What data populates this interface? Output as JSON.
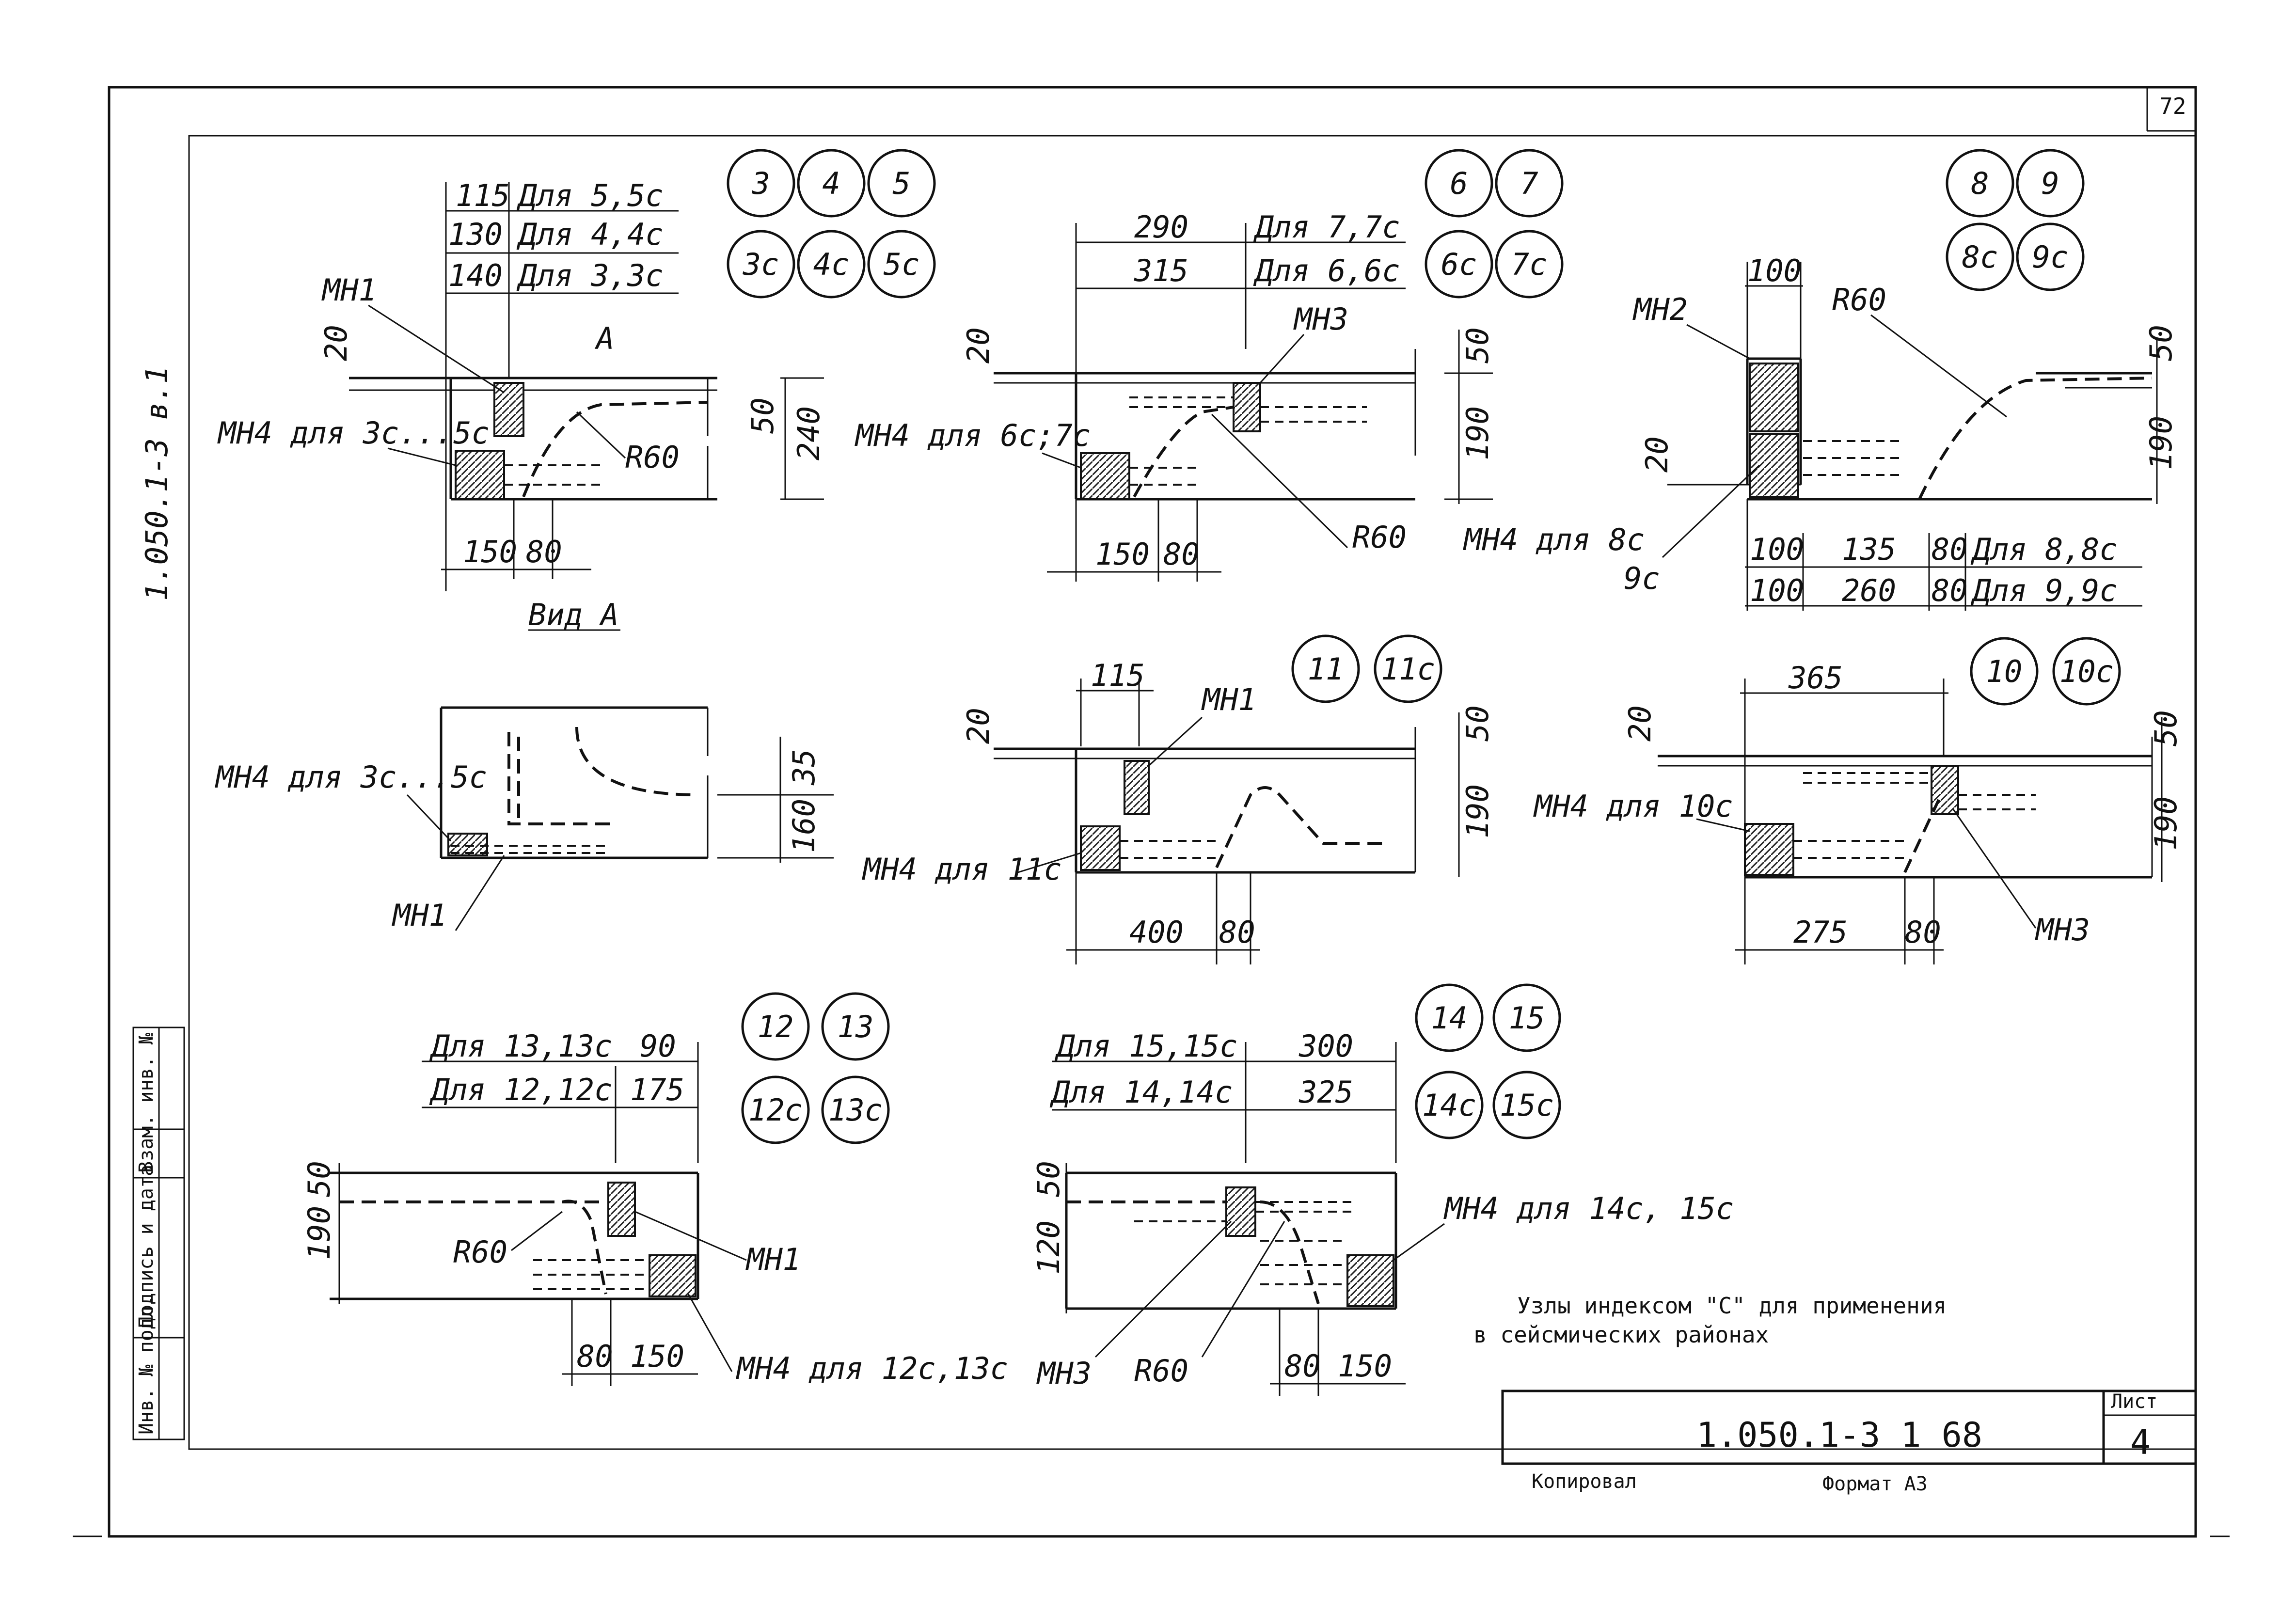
{
  "page": {
    "number": "72",
    "sheet": "4",
    "sheet_label": "Лист",
    "code": "1.050.1-3 1 68",
    "side_code": "1.050.1-3 в.1",
    "caption_line1": "Узлы индексом \"С\" для применения",
    "caption_line2": "в сейсмических районах",
    "footer_left": "Копировал",
    "footer_right": "Формат А3",
    "stamp_cells": [
      "Инв. № подл.",
      "Подпись и дата",
      "Взам. инв. №"
    ]
  },
  "node_345": {
    "circles": [
      "3",
      "4",
      "5",
      "3с",
      "4с",
      "5с"
    ],
    "dim_rows": [
      {
        "value": "115",
        "label": "Для 5,5с"
      },
      {
        "value": "130",
        "label": "Для 4,4с"
      },
      {
        "value": "140",
        "label": "Для 3,3с"
      }
    ],
    "labels": {
      "mh1": "МН1",
      "mh4": "МН4 для 3с...5с",
      "r": "R60",
      "view_mark": "А",
      "d20": "20",
      "d50": "50",
      "d240": "240",
      "d150": "150",
      "d80": "80"
    }
  },
  "view_a": {
    "title": "Вид А",
    "mh4": "МН4 для 3с...5с",
    "mh1": "МН1",
    "d35": "35",
    "d160": "160"
  },
  "node_67": {
    "circles": [
      "6",
      "7",
      "6с",
      "7с"
    ],
    "dim_rows": [
      {
        "value": "290",
        "label": "Для 7,7с"
      },
      {
        "value": "315",
        "label": "Для 6,6с"
      }
    ],
    "labels": {
      "mh3": "МН3",
      "mh4": "МН4 для 6с;7с",
      "r": "R60",
      "d20": "20",
      "d50": "50",
      "d190": "190",
      "d150": "150",
      "d80": "80"
    }
  },
  "node_89": {
    "circles": [
      "8",
      "9",
      "8с",
      "9с"
    ],
    "dim_rows": [
      {
        "a": "100",
        "b": "135",
        "c": "80",
        "label": "Для 8,8с"
      },
      {
        "a": "100",
        "b": "260",
        "c": "80",
        "label": "Для 9,9с"
      }
    ],
    "labels": {
      "mh2": "МН2",
      "mh4": "МН4 для 8с",
      "mh4b": "9с",
      "r": "R60",
      "d100": "100",
      "d20": "20",
      "d50": "50",
      "d190": "190"
    }
  },
  "node_11": {
    "circles": [
      "11",
      "11с"
    ],
    "labels": {
      "mh1": "МН1",
      "mh4": "МН4 для 11с",
      "d115": "115",
      "d20": "20",
      "d50": "50",
      "d190": "190",
      "d400": "400",
      "d80": "80"
    }
  },
  "node_10": {
    "circles": [
      "10",
      "10с"
    ],
    "labels": {
      "mh3": "МН3",
      "mh4": "МН4 для 10с",
      "d365": "365",
      "d20": "20",
      "d50": "50",
      "d190": "190",
      "d275": "275",
      "d80": "80"
    }
  },
  "node_1213": {
    "circles": [
      "12",
      "13",
      "12с",
      "13с"
    ],
    "dim_rows": [
      {
        "label": "Для 13,13с",
        "value": "90"
      },
      {
        "label": "Для 12,12с",
        "value": "175"
      }
    ],
    "labels": {
      "mh1": "МН1",
      "mh4": "МН4 для 12с,13с",
      "r": "R60",
      "d50": "50",
      "d190": "190",
      "d80": "80",
      "d150": "150"
    }
  },
  "node_1415": {
    "circles": [
      "14",
      "15",
      "14с",
      "15с"
    ],
    "dim_rows": [
      {
        "label": "Для 15,15с",
        "value": "300"
      },
      {
        "label": "Для 14,14с",
        "value": "325"
      }
    ],
    "labels": {
      "mh3": "МН3",
      "mh4": "МН4 для 14с, 15с",
      "r": "R60",
      "d50": "50",
      "d120": "120",
      "d80": "80",
      "d150": "150"
    }
  }
}
